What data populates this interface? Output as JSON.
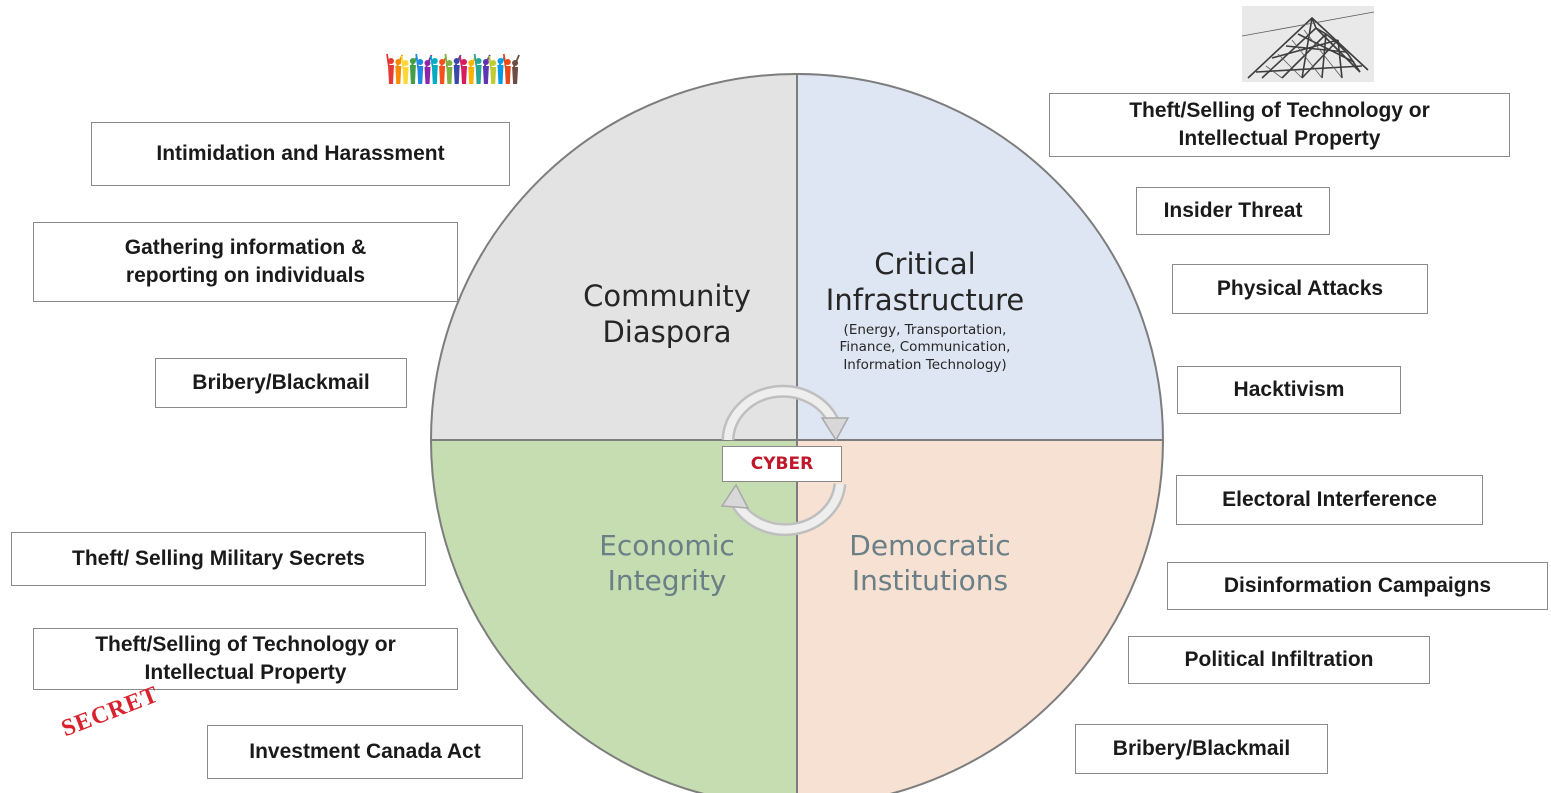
{
  "center": {
    "label": "CYBER"
  },
  "quadrants": [
    {
      "id": "community",
      "title_lines": [
        "Community",
        "Diaspora"
      ],
      "subtitle_lines": [],
      "fill": "#e3e3e3",
      "text_color": "#262626"
    },
    {
      "id": "critical",
      "title_lines": [
        "Critical",
        "Infrastructure"
      ],
      "subtitle_lines": [
        "(Energy, Transportation,",
        "Finance, Communication,",
        "Information Technology)"
      ],
      "fill": "#dfe6f3",
      "text_color": "#262626"
    },
    {
      "id": "economic",
      "title_lines": [
        "Economic",
        "Integrity"
      ],
      "subtitle_lines": [],
      "fill": "#c6ddb1",
      "text_color": "#6a7f86"
    },
    {
      "id": "democratic",
      "title_lines": [
        "Democratic",
        "Institutions"
      ],
      "subtitle_lines": [],
      "fill": "#f6e1d3",
      "text_color": "#6a7f86"
    }
  ],
  "left_threats": [
    {
      "lines": [
        "Intimidation and Harassment"
      ]
    },
    {
      "lines": [
        "Gathering information &",
        "reporting on individuals"
      ]
    },
    {
      "lines": [
        "Bribery/Blackmail"
      ]
    },
    {
      "lines": [
        "Theft/ Selling Military Secrets"
      ]
    },
    {
      "lines": [
        "Theft/Selling of Technology or",
        "Intellectual Property"
      ]
    },
    {
      "lines": [
        "Investment Canada Act"
      ]
    }
  ],
  "right_threats": [
    {
      "lines": [
        "Theft/Selling of Technology or",
        "Intellectual Property"
      ]
    },
    {
      "lines": [
        "Insider Threat"
      ]
    },
    {
      "lines": [
        "Physical Attacks"
      ]
    },
    {
      "lines": [
        "Hacktivism"
      ]
    },
    {
      "lines": [
        "Electoral Interference"
      ]
    },
    {
      "lines": [
        "Disinformation Campaigns"
      ]
    },
    {
      "lines": [
        "Political Infiltration"
      ]
    },
    {
      "lines": [
        "Bribery/Blackmail"
      ]
    }
  ],
  "stamp": {
    "text": "SECRET",
    "color": "#d8222d"
  },
  "images": {
    "people": "people-crowd-icon",
    "tower": "transmission-tower-icon"
  }
}
